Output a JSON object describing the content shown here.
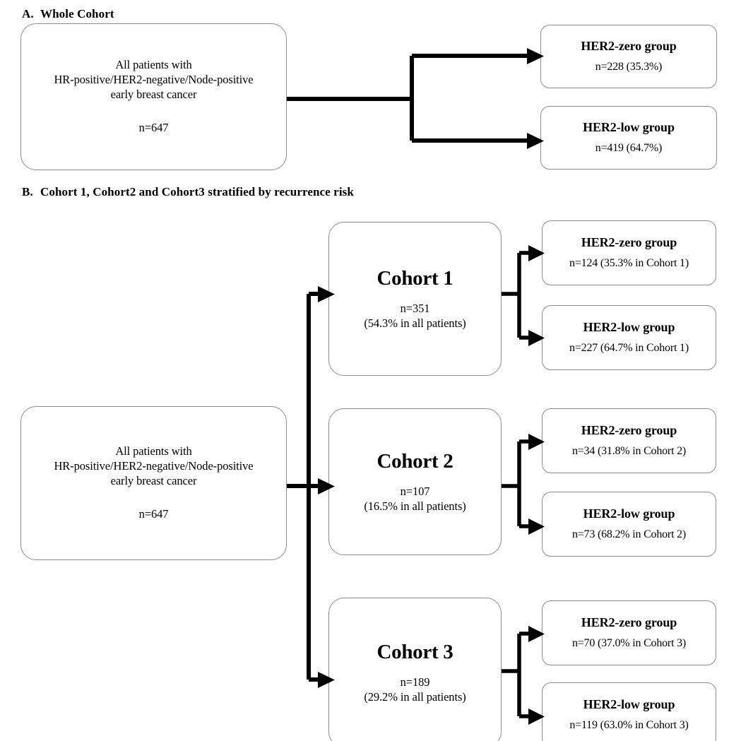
{
  "figure": {
    "type": "flowchart",
    "panels": [
      {
        "id": "A",
        "letter": "A.",
        "title": "Whole Cohort",
        "root": {
          "line1": "All patients with",
          "line2": "HR-positive/HER2-negative/Node-positive",
          "line3": "early breast cancer",
          "n": "n=647"
        },
        "branches": [
          {
            "title": "HER2-zero group",
            "detail": "n=228 (35.3%)"
          },
          {
            "title": "HER2-low group",
            "detail": "n=419 (64.7%)"
          }
        ]
      },
      {
        "id": "B",
        "letter": "B.",
        "title": "Cohort 1, Cohort2 and Cohort3 stratified by recurrence risk",
        "root": {
          "line1": "All patients with",
          "line2": "HR-positive/HER2-negative/Node-positive",
          "line3": "early breast cancer",
          "n": "n=647"
        },
        "cohorts": [
          {
            "name": "Cohort 1",
            "n": "n=351",
            "pct": "(54.3% in all patients)",
            "branches": [
              {
                "title": "HER2-zero group",
                "detail": "n=124 (35.3% in Cohort 1)"
              },
              {
                "title": "HER2-low group",
                "detail": "n=227 (64.7% in Cohort 1)"
              }
            ]
          },
          {
            "name": "Cohort 2",
            "n": "n=107",
            "pct": "(16.5% in all patients)",
            "branches": [
              {
                "title": "HER2-zero group",
                "detail": "n=34 (31.8% in Cohort 2)"
              },
              {
                "title": "HER2-low group",
                "detail": "n=73 (68.2% in Cohort 2)"
              }
            ]
          },
          {
            "name": "Cohort 3",
            "n": "n=189",
            "pct": "(29.2% in all patients)",
            "branches": [
              {
                "title": "HER2-zero group",
                "detail": "n=70 (37.0% in Cohort 3)"
              },
              {
                "title": "HER2-low group",
                "detail": "n=119 (63.0% in Cohort 3)"
              }
            ]
          }
        ]
      }
    ],
    "colors": {
      "box_border": "#8d8d8d",
      "connector": "#000000",
      "background": "#ffffff",
      "text": "#000000"
    }
  }
}
